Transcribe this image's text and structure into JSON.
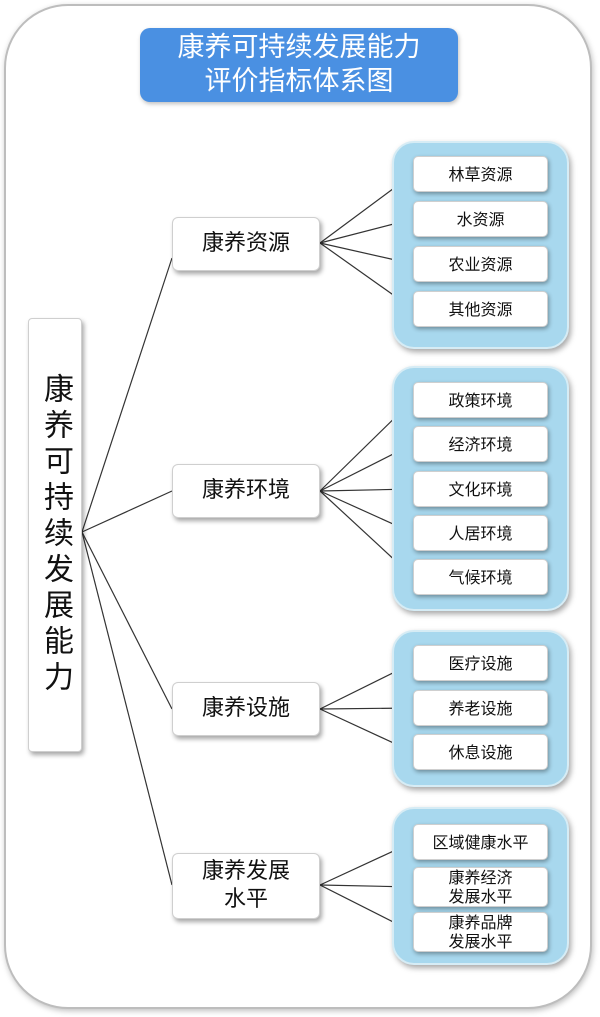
{
  "title": {
    "line1": "康养可持续发展能力",
    "line2": "评价指标体系图"
  },
  "root": {
    "label": "康养可持续发展能力"
  },
  "categories": [
    {
      "name": "康养资源",
      "items": [
        "林草资源",
        "水资源",
        "农业资源",
        "其他资源"
      ]
    },
    {
      "name": "康养环境",
      "items": [
        "政策环境",
        "经济环境",
        "文化环境",
        "人居环境",
        "气候环境"
      ]
    },
    {
      "name": "康养设施",
      "items": [
        "医疗设施",
        "养老设施",
        "休息设施"
      ]
    },
    {
      "name_line1": "康养发展",
      "name_line2": "水平",
      "items": [
        "区域健康水平"
      ],
      "items_two_line": [
        {
          "line1": "康养经济",
          "line2": "发展水平"
        },
        {
          "line1": "康养品牌",
          "line2": "发展水平"
        }
      ]
    }
  ],
  "colors": {
    "title_bg": "#4a90e2",
    "group_bg": "#a8d8ee",
    "line": "#333333"
  }
}
